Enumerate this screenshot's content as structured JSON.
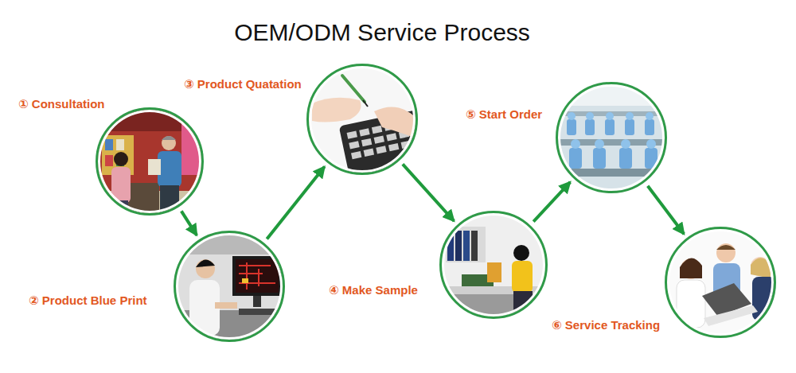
{
  "diagram": {
    "title": "OEM/ODM Service Process",
    "nodes": [
      {
        "text": [
          "① Consultation"
        ]
      },
      {
        "text": [
          "② Product Blue Print"
        ]
      },
      {
        "text": [
          "③ Product Quatation"
        ]
      },
      {
        "text": [
          "④ Make Sample"
        ]
      },
      {
        "text": [
          "⑤ Start Order"
        ]
      },
      {
        "text": [
          "⑥ Service Tracking"
        ]
      }
    ],
    "edges": [
      {
        "from": 0,
        "to": 1,
        "arrow": "to"
      },
      {
        "from": 1,
        "to": 2,
        "arrow": "to"
      },
      {
        "from": 2,
        "to": 3,
        "arrow": "to"
      },
      {
        "from": 3,
        "to": 4,
        "arrow": "to"
      },
      {
        "from": 4,
        "to": 5,
        "arrow": "to"
      }
    ]
  }
}
